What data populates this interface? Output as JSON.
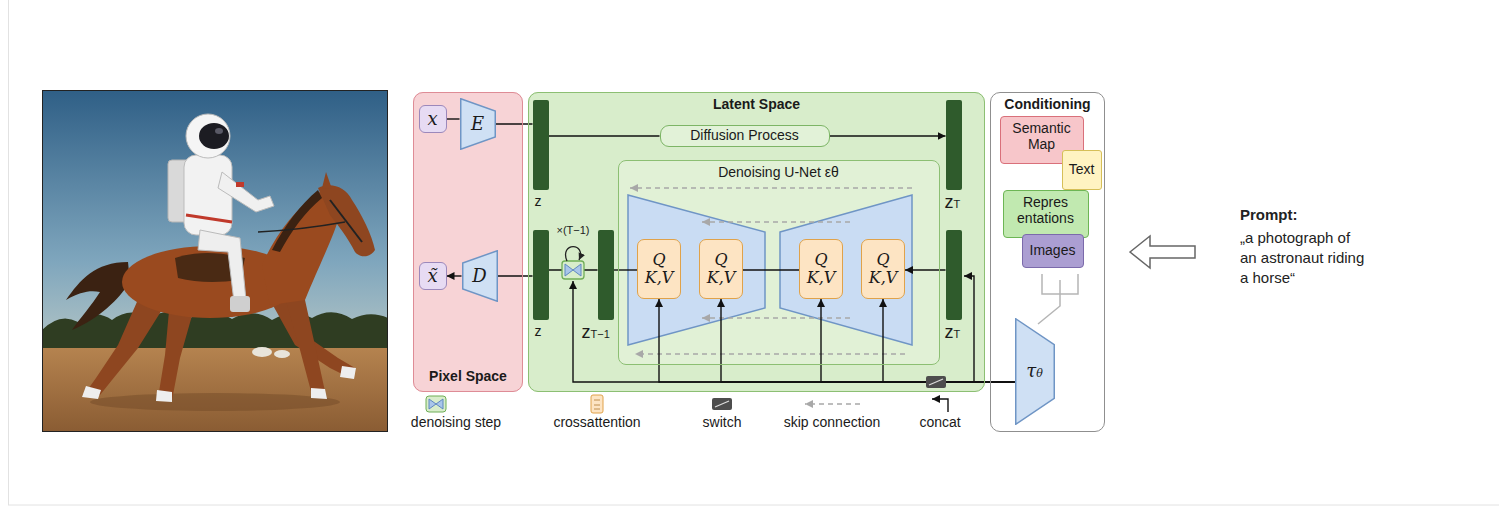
{
  "diagram": {
    "nodes": [
      {
        "text": [
          "Pixel Space"
        ]
      },
      {
        "text": [
          "Latent Space"
        ]
      },
      {
        "text": [
          "Conditioning"
        ]
      },
      {
        "text": [
          "x"
        ],
        "in": 0
      },
      {
        "text": [
          "E"
        ],
        "in": 0
      },
      {
        "text": [
          "z"
        ],
        "in": 1
      },
      {
        "text": [
          "Diffusion Process"
        ],
        "in": 1
      },
      {
        "text": [
          "zT"
        ],
        "in": 1
      },
      {
        "text": [
          "Denoising U-Net εθ"
        ],
        "in": 1
      },
      {
        "text": [
          "Q K,V"
        ],
        "in": 8
      },
      {
        "text": [
          "Q K,V"
        ],
        "in": 8
      },
      {
        "text": [
          "Q K,V"
        ],
        "in": 8
      },
      {
        "text": [
          "Q K,V"
        ],
        "in": 8
      },
      {
        "text": [
          "x̃"
        ],
        "in": 0
      },
      {
        "text": [
          "D"
        ],
        "in": 0
      },
      {
        "text": [
          "z"
        ],
        "in": 1
      },
      {
        "text": [
          "zT−1"
        ],
        "in": 1
      },
      {
        "text": [
          "zT"
        ],
        "in": 1
      },
      {
        "text": [
          "Semantic Map"
        ],
        "in": 2
      },
      {
        "text": [
          "Text"
        ],
        "in": 2
      },
      {
        "text": [
          "Repres entations"
        ],
        "in": 2
      },
      {
        "text": [
          "Images"
        ],
        "in": 2
      },
      {
        "text": [
          "τθ"
        ],
        "in": 2
      }
    ],
    "edges": [
      {
        "from": 3,
        "to": 4,
        "arrow": "none"
      },
      {
        "from": 4,
        "to": 5,
        "arrow": "none"
      },
      {
        "from": 5,
        "to": 6,
        "arrow": "none"
      },
      {
        "from": 6,
        "to": 7,
        "arrow": "to"
      },
      {
        "from": 17,
        "to": 12,
        "arrow": "to"
      },
      {
        "from": 10,
        "to": 11,
        "arrow": "none"
      },
      {
        "from": 9,
        "to": 16,
        "arrow": "none"
      },
      {
        "from": 16,
        "to": 15,
        "arrow": "none"
      },
      {
        "from": 15,
        "to": 14,
        "arrow": "none"
      },
      {
        "from": 14,
        "to": 13,
        "arrow": "to"
      },
      {
        "from": 22,
        "to": 9,
        "arrow": "to"
      },
      {
        "from": 22,
        "to": 10,
        "arrow": "to"
      },
      {
        "from": 22,
        "to": 11,
        "arrow": "to"
      },
      {
        "from": 22,
        "to": 12,
        "arrow": "to"
      }
    ],
    "labels": [
      "×(T−1)",
      "Prompt:",
      "„a photograph of an astronaut riding a horse“"
    ],
    "legend": [
      {
        "text": "denoising step"
      },
      {
        "text": "crossattention"
      },
      {
        "text": "switch"
      },
      {
        "text": "skip connection"
      },
      {
        "text": "concat"
      }
    ]
  }
}
